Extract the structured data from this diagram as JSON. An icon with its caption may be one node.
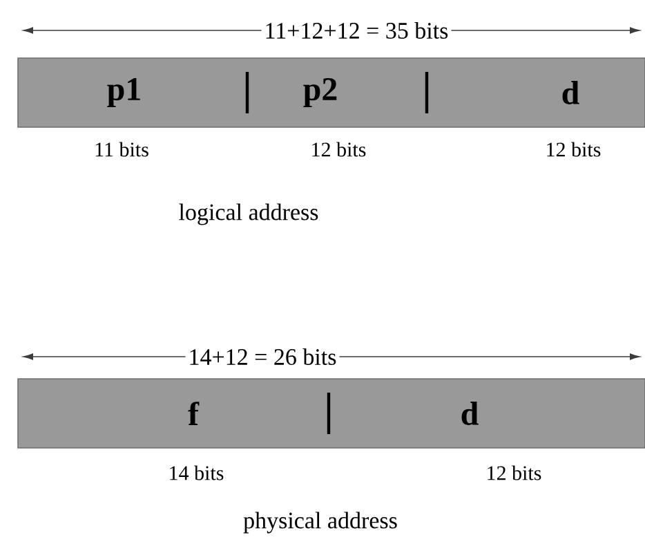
{
  "diagram": {
    "nodes": [
      {
        "text": [
          "p1"
        ],
        "beside": [
          "11 bits"
        ]
      },
      {
        "text": [
          "p2"
        ],
        "beside": [
          "12 bits"
        ]
      },
      {
        "text": [
          "d"
        ],
        "beside": [
          "12 bits"
        ]
      },
      {
        "text": [
          "f"
        ],
        "beside": [
          "14 bits"
        ]
      },
      {
        "text": [
          "d"
        ],
        "beside": [
          "12 bits"
        ]
      }
    ],
    "labels": [
      "11+12+12 = 35 bits",
      "logical address",
      "14+12 = 26 bits",
      "physical address"
    ]
  }
}
